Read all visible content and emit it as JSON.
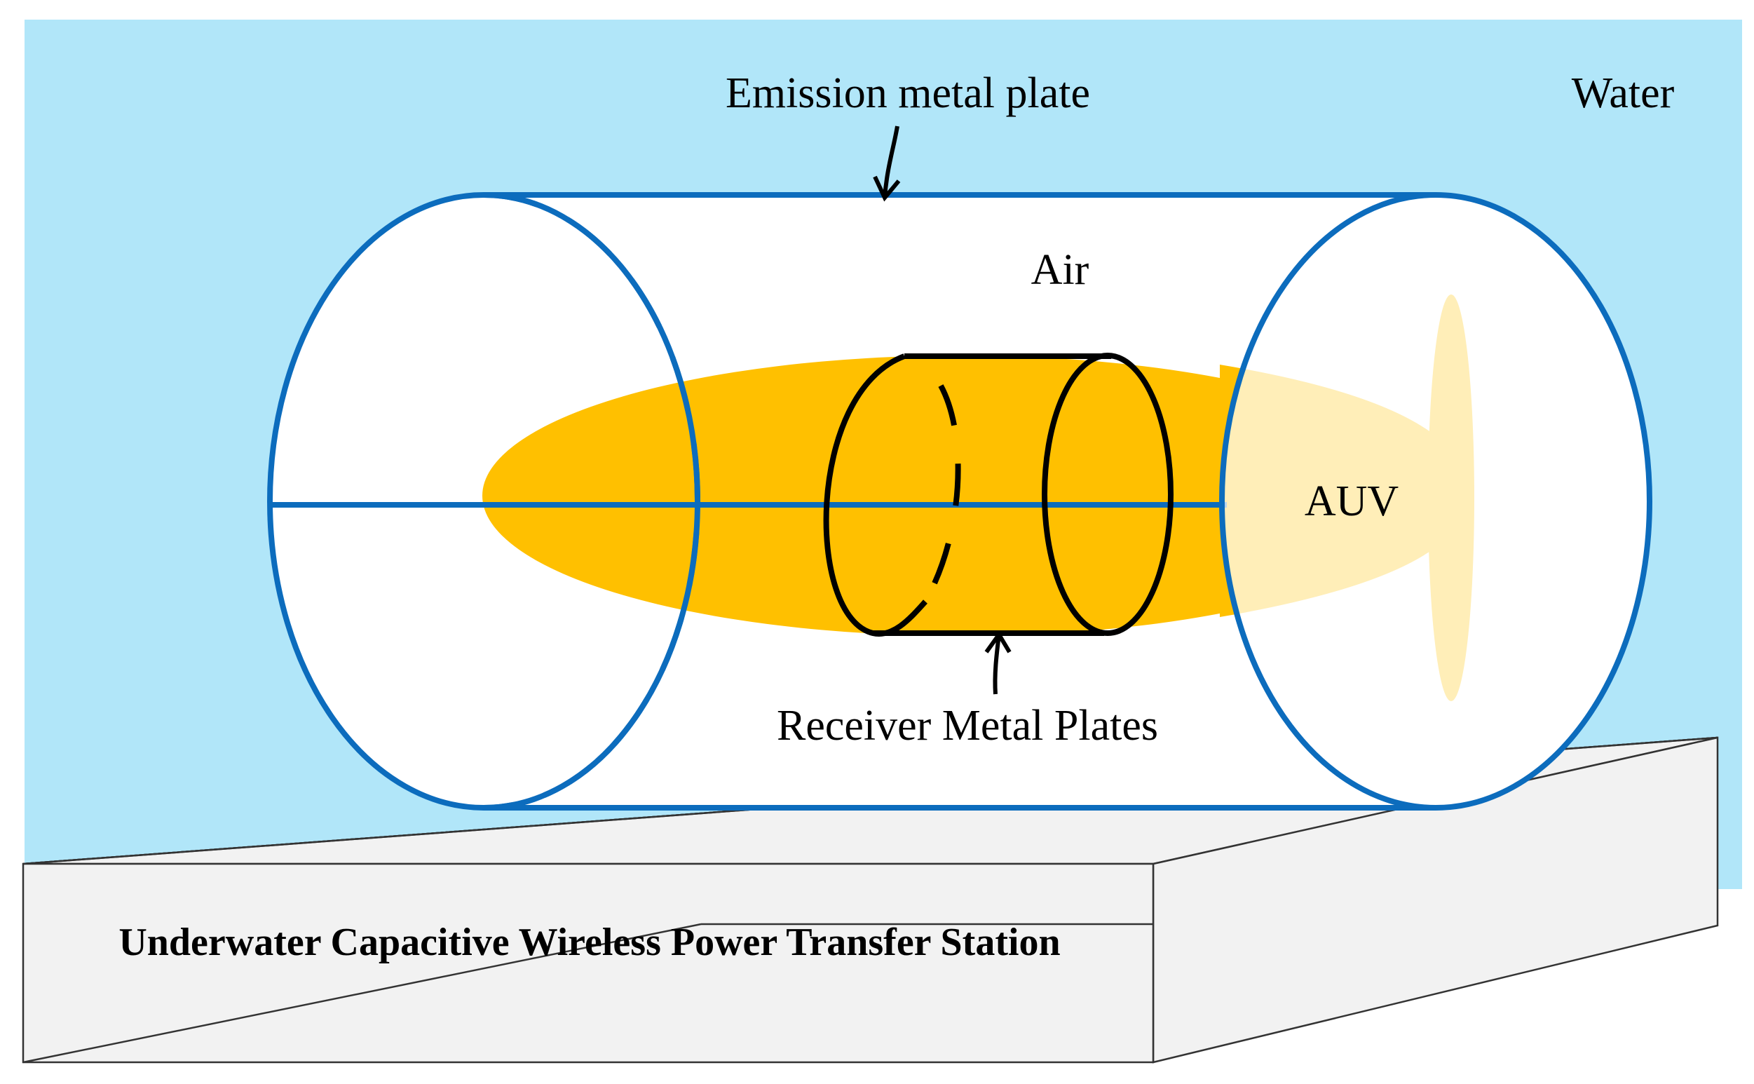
{
  "labels": {
    "emission": "Emission metal plate",
    "water": "Water",
    "air": "Air",
    "auv": "AUV",
    "receiver": "Receiver Metal Plates",
    "station": "Underwater Capacitive Wireless Power Transfer Station"
  },
  "colors": {
    "water": "#b1e6f9",
    "plate_blue": "#0c6cbd",
    "auv": "#ffc000",
    "station_fill": "#f2f2f2",
    "outline": "#000000"
  }
}
